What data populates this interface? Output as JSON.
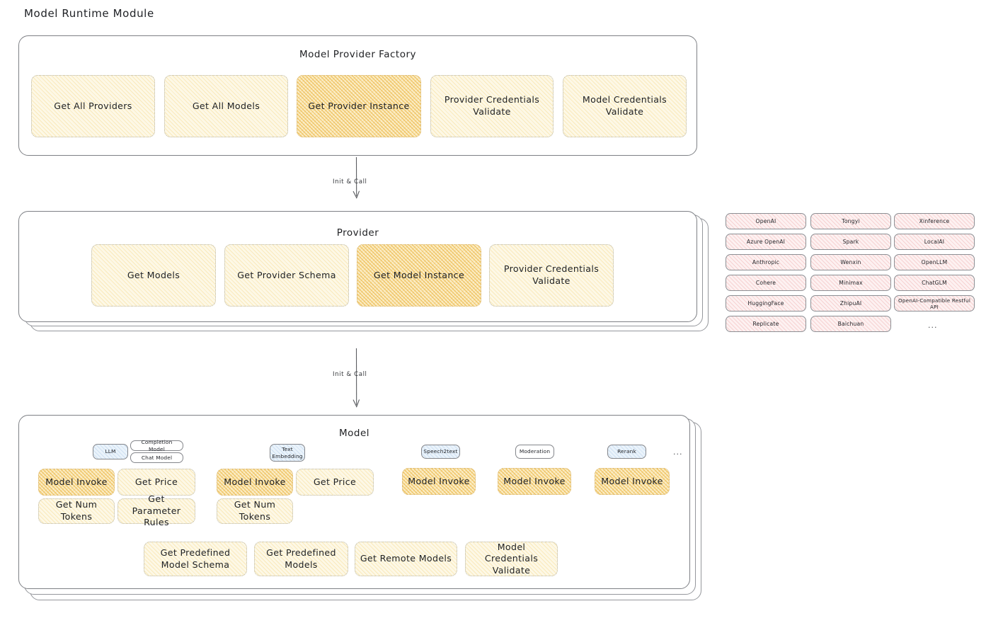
{
  "page": {
    "title": "Model Runtime Module"
  },
  "factory": {
    "title": "Model Provider Factory",
    "nodes": [
      {
        "label": "Get All Providers",
        "highlight": false
      },
      {
        "label": "Get All Models",
        "highlight": false
      },
      {
        "label": "Get Provider Instance",
        "highlight": true
      },
      {
        "label": "Provider Credentials Validate",
        "highlight": false
      },
      {
        "label": "Model Credentials Validate",
        "highlight": false
      }
    ]
  },
  "connectors": [
    {
      "label": "Init & Call"
    },
    {
      "label": "Init & Call"
    }
  ],
  "provider": {
    "title": "Provider",
    "nodes": [
      {
        "label": "Get Models",
        "highlight": false
      },
      {
        "label": "Get Provider Schema",
        "highlight": false
      },
      {
        "label": "Get Model Instance",
        "highlight": true
      },
      {
        "label": "Provider Credentials Validate",
        "highlight": false
      }
    ]
  },
  "provider_list": {
    "columns": [
      {
        "items": [
          "OpenAI",
          "Azure OpenAI",
          "Anthropic",
          "Cohere",
          "HuggingFace",
          "Replicate"
        ]
      },
      {
        "items": [
          "Tongyi",
          "Spark",
          "Wenxin",
          "Minimax",
          "ZhipuAI",
          "Baichuan"
        ]
      },
      {
        "items": [
          "Xinference",
          "LocalAI",
          "OpenLLM",
          "ChatGLM",
          "OpenAI-Compatible Restful API"
        ]
      }
    ],
    "more": "..."
  },
  "model": {
    "title": "Model",
    "more": "...",
    "types": [
      {
        "badge": "LLM",
        "sub_badges": [
          "Completion Model",
          "Chat Model"
        ],
        "nodes": [
          {
            "label": "Model Invoke",
            "highlight": true
          },
          {
            "label": "Get Price",
            "highlight": false
          },
          {
            "label": "Get Num Tokens",
            "highlight": false
          },
          {
            "label": "Get Parameter Rules",
            "highlight": false
          }
        ]
      },
      {
        "badge": "Text Embedding",
        "sub_badges": [],
        "nodes": [
          {
            "label": "Model Invoke",
            "highlight": true
          },
          {
            "label": "Get Price",
            "highlight": false
          },
          {
            "label": "Get Num Tokens",
            "highlight": false
          }
        ]
      },
      {
        "badge": "Speech2text",
        "sub_badges": [],
        "nodes": [
          {
            "label": "Model Invoke",
            "highlight": true
          }
        ]
      },
      {
        "badge": "Moderation",
        "sub_badges": [],
        "nodes": [
          {
            "label": "Model Invoke",
            "highlight": true
          }
        ]
      },
      {
        "badge": "Rerank",
        "sub_badges": [],
        "nodes": [
          {
            "label": "Model Invoke",
            "highlight": true
          }
        ]
      }
    ],
    "common_nodes": [
      {
        "label": "Get Predefined Model Schema"
      },
      {
        "label": "Get Predefined Models"
      },
      {
        "label": "Get Remote Models"
      },
      {
        "label": "Model Credentials Validate"
      }
    ]
  },
  "colors": {
    "node_fill": "#fdf8e6",
    "node_highlight_fill": "#fbedc6",
    "pill_fill": "#fdf1f1",
    "badge_fill": "#eaf3fb",
    "frame_stroke": "#7e8085",
    "text": "#1f2023"
  }
}
